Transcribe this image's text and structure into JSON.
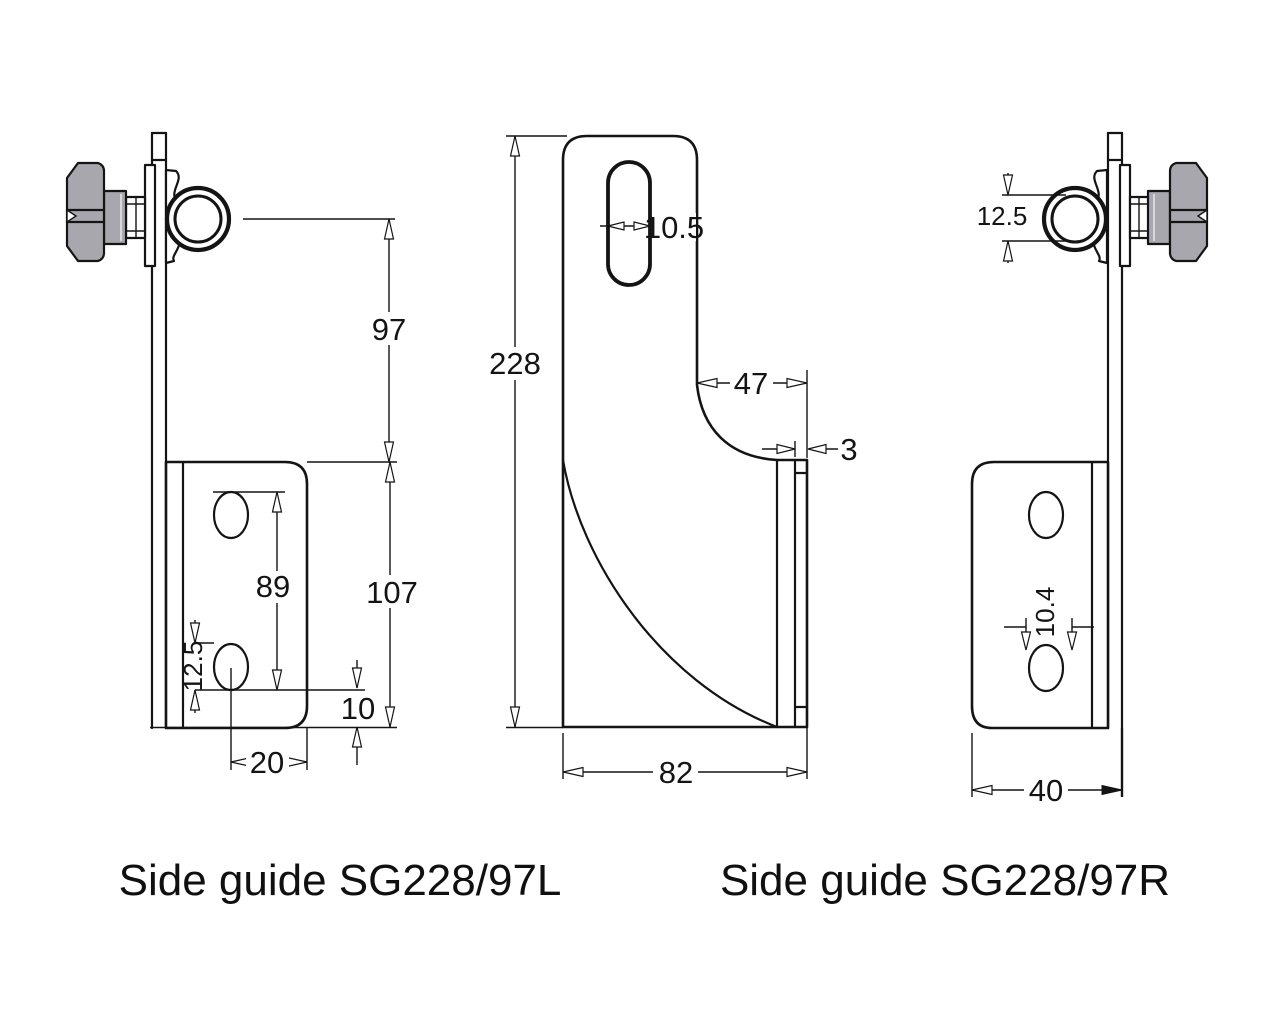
{
  "page": {
    "background": "#ffffff",
    "line_color": "#141414",
    "knob_color": "#a7a7ad"
  },
  "captions": {
    "left": "Side guide SG228/97L",
    "right": "Side guide SG228/97R"
  },
  "left_view": {
    "dims": {
      "ring_height_above_plate": "97",
      "bracket_height": "107",
      "hole_span": "89",
      "hole_height": "12.5",
      "bottom_offset": "10",
      "hole_to_edge": "20"
    }
  },
  "front_view": {
    "dims": {
      "total_height": "228",
      "slot_width": "10.5",
      "hook_depth": "47",
      "material_thickness": "3",
      "total_width": "82"
    }
  },
  "right_view": {
    "dims": {
      "ring_inner_height": "12.5",
      "hole_width": "10.4",
      "bracket_width": "40"
    }
  }
}
